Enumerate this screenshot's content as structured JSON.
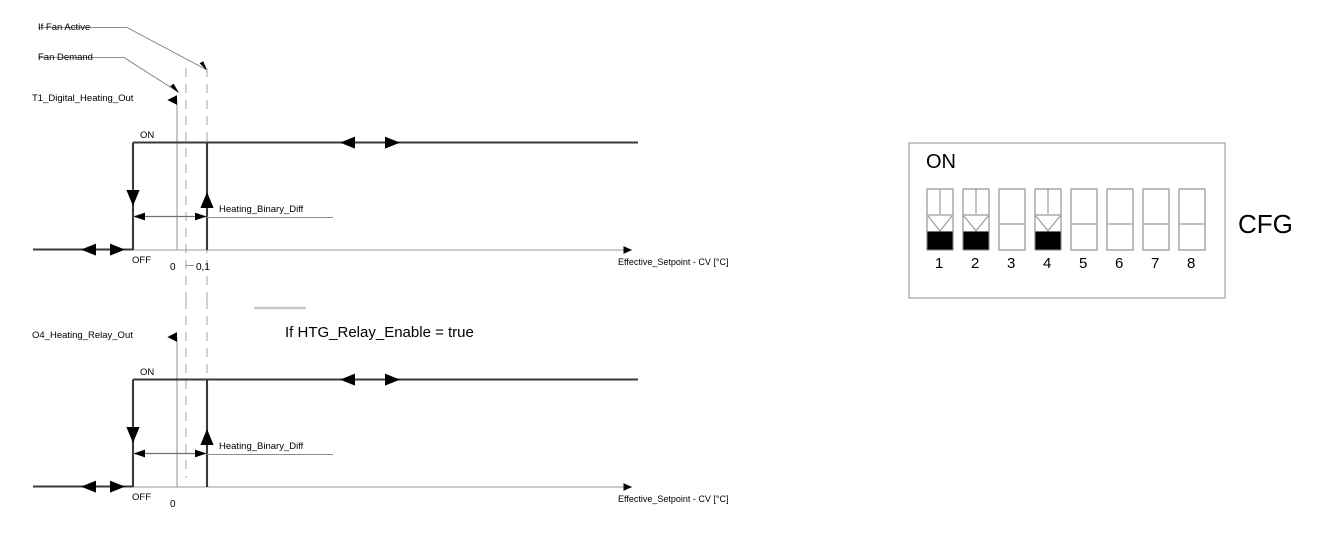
{
  "page": {
    "title": "Heating binary output hysteresis diagram with CFG DIP switch"
  },
  "chart_data": [
    {
      "id": "chart-top",
      "type": "line",
      "title": "T1_Digital_Heating_Out",
      "ylabel": "T1_Digital_Heating_Out",
      "xlabel": "Effective_Setpoint - CV [°C]",
      "y_tick_labels": [
        "ON",
        "OFF"
      ],
      "x_tick_labels": [
        "0",
        "0,1"
      ],
      "annotations": [
        "Heating_Binary_Diff",
        "If Fan Active",
        "Fan Demand"
      ],
      "series": [
        {
          "name": "T1_Digital_Heating_Out",
          "points": [
            {
              "x": "left",
              "y": "OFF"
            },
            {
              "x": "0",
              "y": "OFF"
            },
            {
              "x": "0",
              "y": "ON"
            },
            {
              "x": "0,1",
              "y": "ON"
            },
            {
              "x": "0,1",
              "y": "OFF"
            },
            {
              "x": "0",
              "y": "OFF"
            }
          ]
        }
      ],
      "hysteresis_band": {
        "from": "0",
        "to": "0,1",
        "label": "Heating_Binary_Diff"
      }
    },
    {
      "id": "chart-bottom",
      "type": "line",
      "title": "O4_Heating_Relay_Out",
      "ylabel": "O4_Heating_Relay_Out",
      "xlabel": "Effective_Setpoint - CV [°C]",
      "y_tick_labels": [
        "ON",
        "OFF"
      ],
      "x_tick_labels": [
        "0"
      ],
      "annotations": [
        "Heating_Binary_Diff"
      ],
      "condition": "If HTG_Relay_Enable = true",
      "series": [
        {
          "name": "O4_Heating_Relay_Out",
          "points": [
            {
              "x": "left",
              "y": "OFF"
            },
            {
              "x": "0",
              "y": "OFF"
            },
            {
              "x": "0",
              "y": "ON"
            },
            {
              "x": "0,1",
              "y": "ON"
            },
            {
              "x": "0,1",
              "y": "OFF"
            },
            {
              "x": "0",
              "y": "OFF"
            }
          ]
        }
      ],
      "hysteresis_band": {
        "from": "0",
        "to": "0,1",
        "label": "Heating_Binary_Diff"
      }
    }
  ],
  "chart_top": {
    "y_axis_label": "T1_Digital_Heating_Out",
    "x_axis_label": "Effective_Setpoint - CV [°C]",
    "level_on": "ON",
    "level_off": "OFF",
    "tick_zero": "0",
    "tick_point_one": "0,1",
    "diff_label": "Heating_Binary_Diff"
  },
  "chart_bottom": {
    "y_axis_label": "O4_Heating_Relay_Out",
    "x_axis_label": "Effective_Setpoint - CV [°C]",
    "level_on": "ON",
    "level_off": "OFF",
    "tick_zero": "0",
    "diff_label": "Heating_Binary_Diff"
  },
  "callouts": {
    "fan_active": "If Fan Active",
    "fan_demand": "Fan Demand",
    "relay_enable": "If HTG_Relay_Enable = true"
  },
  "dip_switch": {
    "panel_label": "ON",
    "side_label": "CFG",
    "switches": [
      {
        "number": "1",
        "state": "on"
      },
      {
        "number": "2",
        "state": "on"
      },
      {
        "number": "3",
        "state": "off"
      },
      {
        "number": "4",
        "state": "on"
      },
      {
        "number": "5",
        "state": "off"
      },
      {
        "number": "6",
        "state": "off"
      },
      {
        "number": "7",
        "state": "off"
      },
      {
        "number": "8",
        "state": "off"
      }
    ]
  },
  "colors": {
    "line": "#3a3a3a",
    "axis": "#9a9a9a",
    "dash": "#b8b8b8",
    "switch_on": "#000000",
    "switch_border": "#9c9c9c",
    "panel_border": "#b0b0b0"
  }
}
